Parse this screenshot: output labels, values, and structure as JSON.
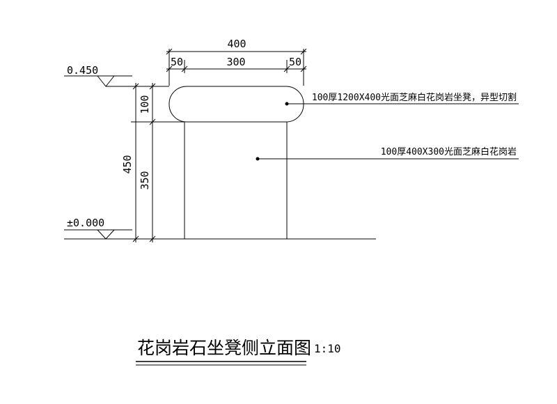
{
  "dimensions": {
    "top_total": "400",
    "top_left": "50",
    "top_mid": "300",
    "top_right": "50",
    "left_total": "450",
    "left_top": "100",
    "left_bottom": "350"
  },
  "elevations": {
    "top": "0.450",
    "base": "±0.000"
  },
  "notes": {
    "seat": "100厚1200X400光面芝麻白花岗岩坐凳，异型切割",
    "support": "100厚400X300光面芝麻白花岗岩"
  },
  "title": {
    "text": "花岗岩石坐凳侧立面图",
    "scale": "1:10"
  }
}
